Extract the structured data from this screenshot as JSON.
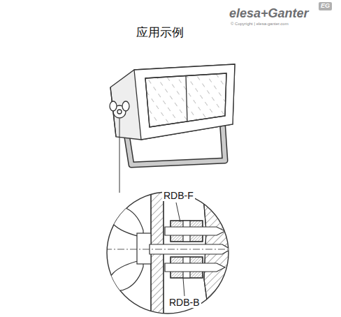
{
  "diagram": {
    "title": "应用示例",
    "labels": [
      "elesa+Ganter",
      "EG",
      "© Copyright | elesa-ganter.com",
      "RDB-F",
      "RDB-B"
    ]
  }
}
